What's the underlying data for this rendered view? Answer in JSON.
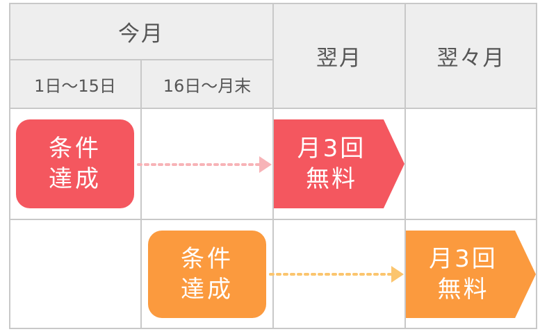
{
  "header": {
    "this_month": "今月",
    "next_month": "翌月",
    "month_after_next": "翌々月",
    "first_half": "1日〜15日",
    "second_half": "16日〜月末"
  },
  "row1": {
    "condition_line1": "条件",
    "condition_line2": "達成",
    "reward_line1": "月3回",
    "reward_line2": "無料"
  },
  "row2": {
    "condition_line1": "条件",
    "condition_line2": "達成",
    "reward_line1": "月3回",
    "reward_line2": "無料"
  },
  "colors": {
    "red": "#f4575f",
    "red_dots": "#f7b3b7",
    "orange": "#fb9a3e",
    "orange_dots": "#fbc56e",
    "header_bg": "#eeeeee",
    "grid_line": "#c8c8c8"
  }
}
